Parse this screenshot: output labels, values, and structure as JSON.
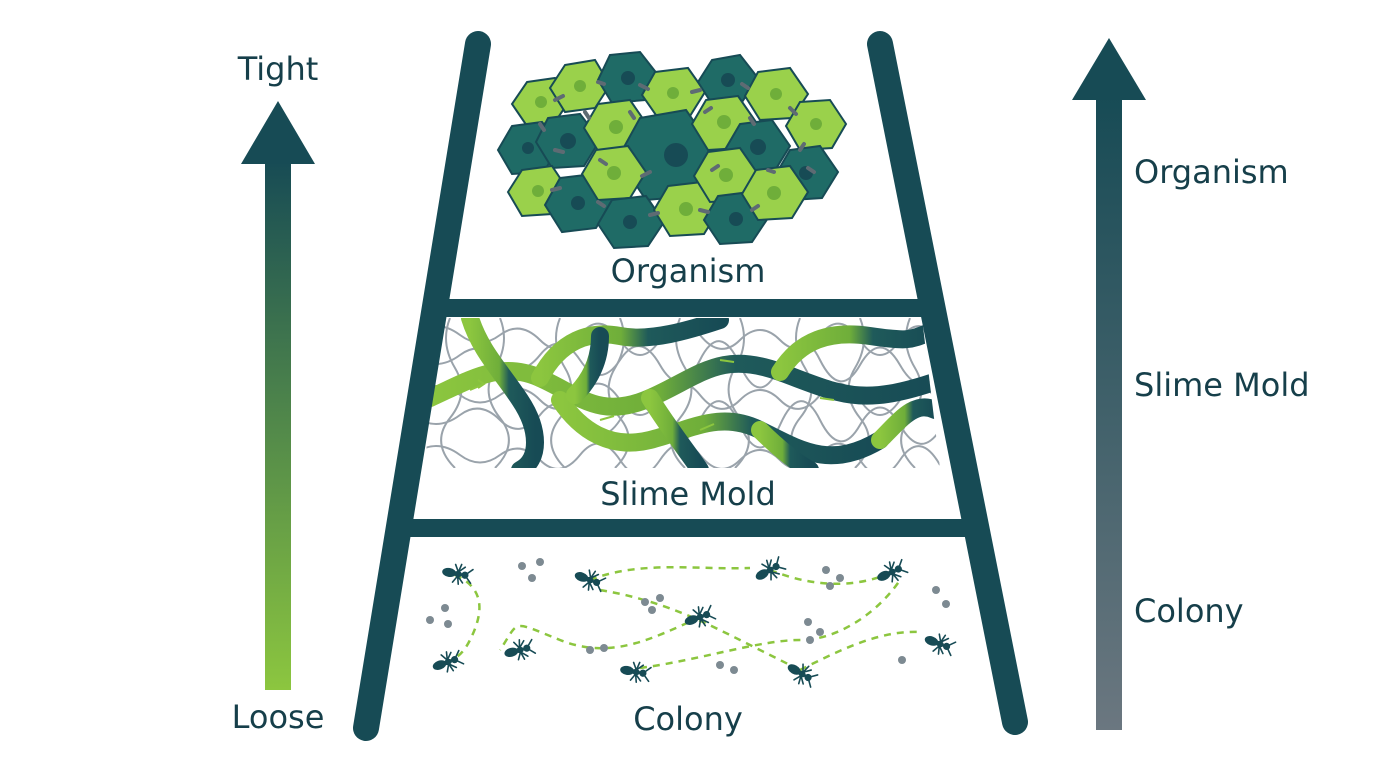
{
  "left_scale": {
    "top_label": "Tight",
    "bottom_label": "Loose"
  },
  "right_scale": {
    "labels": [
      "Organism",
      "Slime Mold",
      "Colony"
    ]
  },
  "tiers": [
    {
      "label": "Organism",
      "illustration": "cell-cluster"
    },
    {
      "label": "Slime Mold",
      "illustration": "slime-network"
    },
    {
      "label": "Colony",
      "illustration": "ant-colony"
    }
  ],
  "colors": {
    "dark_teal": "#174b55",
    "lime": "#8cc63f",
    "light_green": "#9ad14b",
    "gray_mesh": "#9aa3ab",
    "gray_arrow": "#6b7780"
  }
}
